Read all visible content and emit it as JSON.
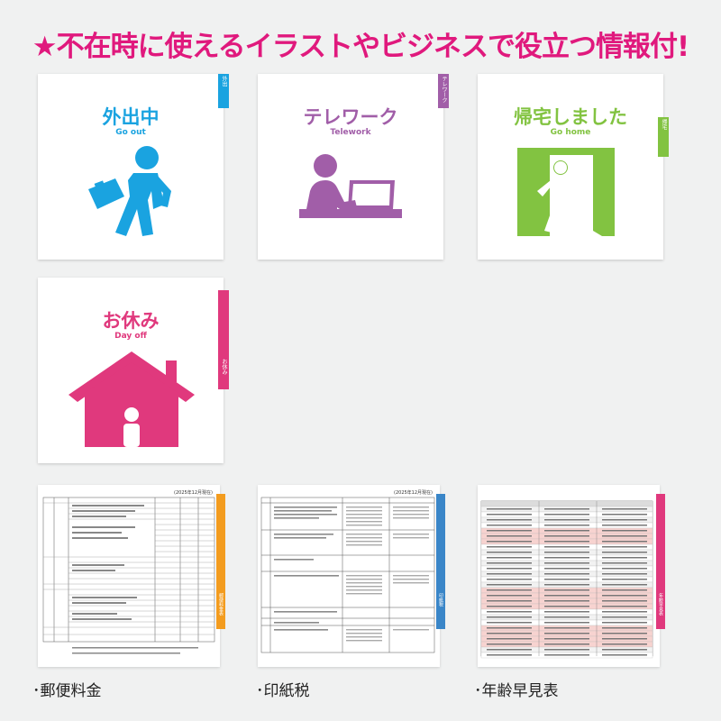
{
  "headline": "★不在時に使えるイラストやビジネスで役立つ情報付!",
  "cards": [
    {
      "jp": "外出中",
      "en": "Go out",
      "tab": "外出",
      "color": "#1aa3e0",
      "icon": "walking-person-briefcase-icon"
    },
    {
      "jp": "テレワーク",
      "en": "Telework",
      "tab": "テレワーク",
      "color": "#a15ea8",
      "icon": "person-laptop-icon"
    },
    {
      "jp": "帰宅しました",
      "en": "Go home",
      "tab": "帰宅",
      "color": "#82c341",
      "icon": "person-exit-door-icon"
    },
    {
      "jp": "お休み",
      "en": "Day off",
      "tab": "お休み",
      "color": "#e0397d",
      "icon": "house-icon"
    }
  ],
  "docs": [
    {
      "caption": "･郵便料金",
      "tab": "郵便料金表",
      "color": "#f39c1f",
      "date": "(2025年12月現在)"
    },
    {
      "caption": "･印紙税",
      "tab": "印紙税",
      "color": "#3a86c8",
      "date": "(2025年12月現在)"
    },
    {
      "caption": "･年齢早見表",
      "tab": "年齢早見表",
      "color": "#e0397d",
      "date": ""
    }
  ]
}
